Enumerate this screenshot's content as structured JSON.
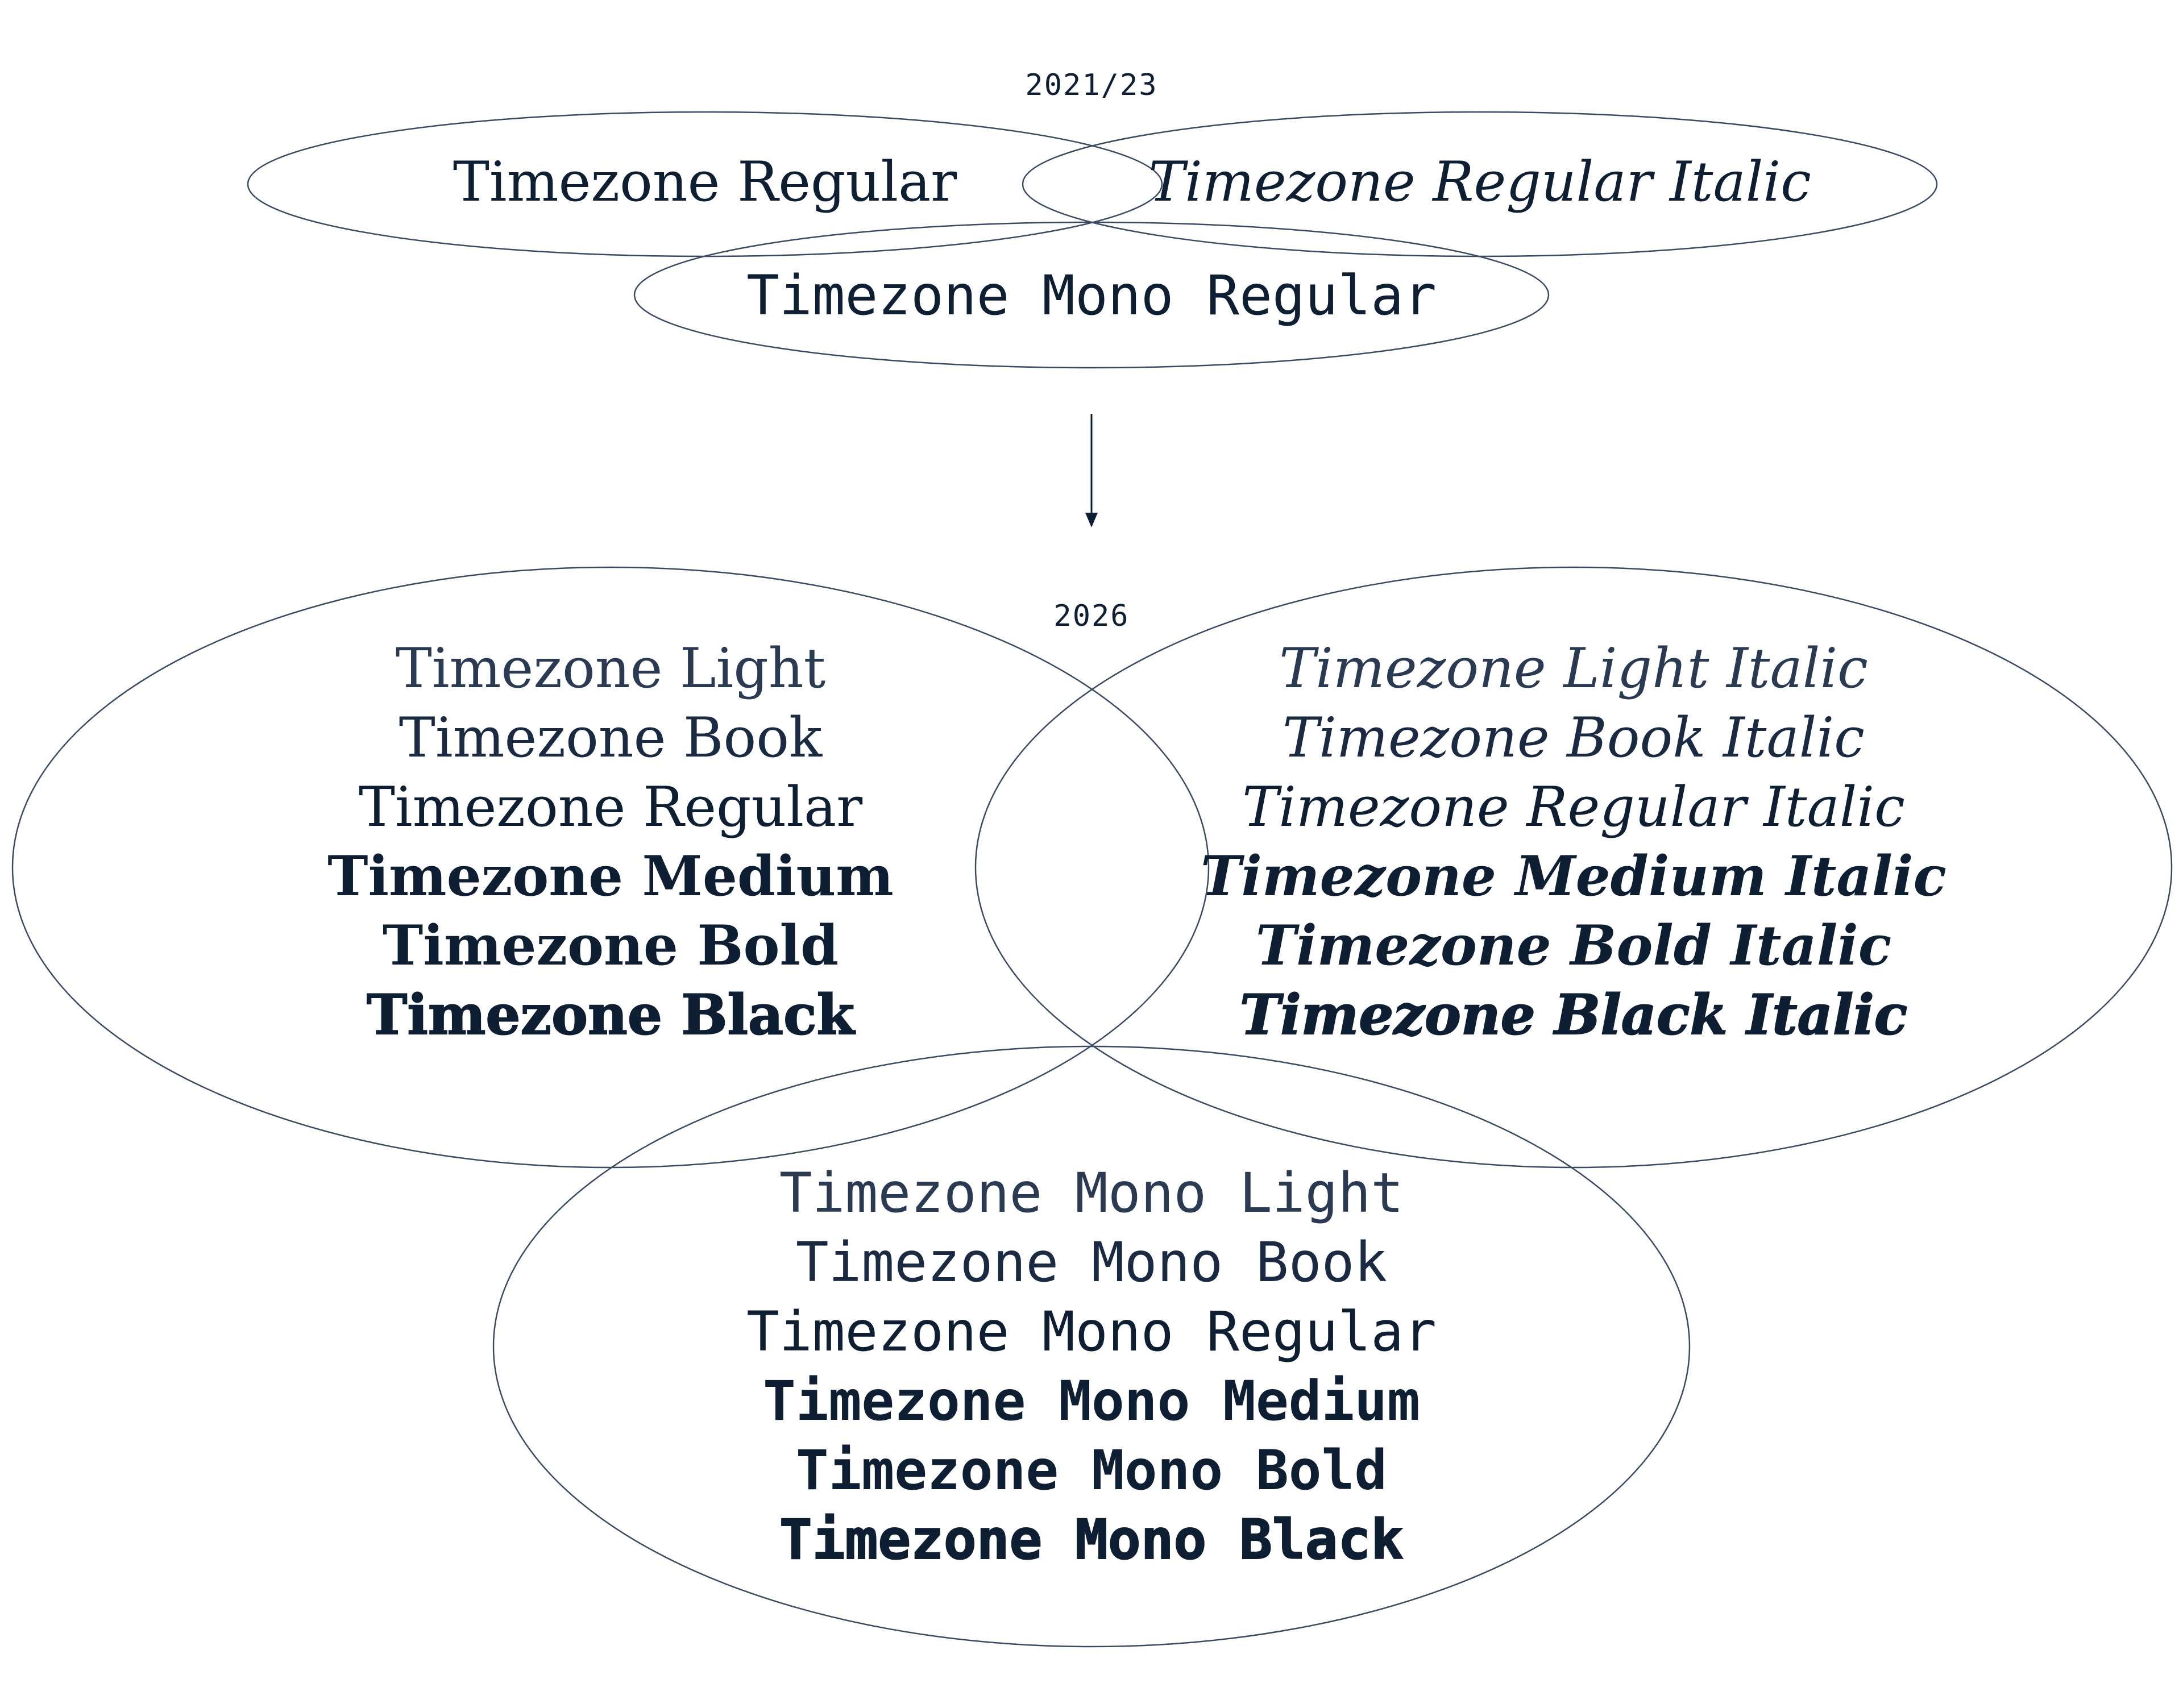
{
  "colors": {
    "ink": "#0e1e33",
    "outline": "#3a4a62",
    "background": "#ffffff"
  },
  "top_section": {
    "year": "2021/23",
    "regular": "Timezone Regular",
    "regular_italic": "Timezone Regular Italic",
    "mono_regular": "Timezone Mono Regular"
  },
  "bottom_section": {
    "year": "2026",
    "serif": [
      "Timezone Light",
      "Timezone Book",
      "Timezone Regular",
      "Timezone Medium",
      "Timezone Bold",
      "Timezone Black"
    ],
    "italic": [
      "Timezone Light Italic",
      "Timezone Book Italic",
      "Timezone Regular Italic",
      "Timezone Medium Italic",
      "Timezone Bold Italic",
      "Timezone Black Italic"
    ],
    "mono": [
      "Timezone Mono Light",
      "Timezone Mono Book",
      "Timezone Mono Regular",
      "Timezone Mono Medium",
      "Timezone Mono Bold",
      "Timezone Mono Black"
    ]
  }
}
